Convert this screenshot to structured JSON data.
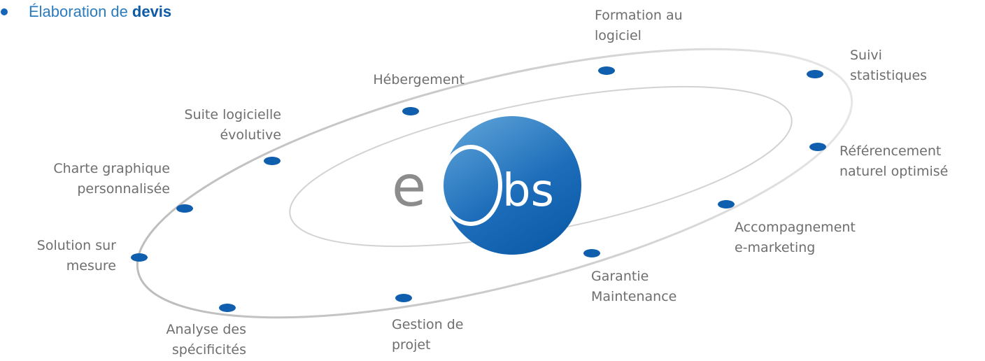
{
  "header": {
    "bullet_text": "Élaboration de",
    "bullet_bold": "devis"
  },
  "logo": {
    "text_e": "e",
    "text_bs": "bs",
    "colors": {
      "circle_light": "#5aa0d6",
      "circle_dark": "#0b5aa8",
      "ring": "#ffffff",
      "e_color": "#8c8c8c"
    }
  },
  "orbit": {
    "colors": {
      "outer_ring": "#c4c4c4",
      "inner_ring": "#d2d2d2",
      "node": "#0f5fae"
    }
  },
  "services": [
    {
      "id": "formation",
      "lines": [
        "Formation au",
        "logiciel"
      ]
    },
    {
      "id": "suivi",
      "lines": [
        "Suivi",
        "statistiques"
      ]
    },
    {
      "id": "hebergement",
      "lines": [
        "Hébergement"
      ]
    },
    {
      "id": "suite",
      "lines": [
        "Suite logicielle",
        "évolutive"
      ]
    },
    {
      "id": "referencement",
      "lines": [
        "Référencement",
        "naturel optimisé"
      ]
    },
    {
      "id": "charte",
      "lines": [
        "Charte graphique",
        "personnalisée"
      ]
    },
    {
      "id": "accompagnement",
      "lines": [
        "Accompagnement",
        "e-marketing"
      ]
    },
    {
      "id": "solution",
      "lines": [
        "Solution sur",
        "mesure"
      ]
    },
    {
      "id": "garantie",
      "lines": [
        "Garantie",
        "Maintenance"
      ]
    },
    {
      "id": "gestion",
      "lines": [
        "Gestion de",
        "projet"
      ]
    },
    {
      "id": "analyse",
      "lines": [
        "Analyse des",
        "spécificités"
      ]
    }
  ]
}
